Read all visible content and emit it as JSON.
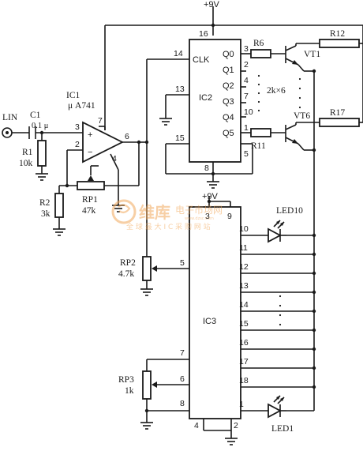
{
  "supply": {
    "top": "+9V",
    "mid": "+9V"
  },
  "input": {
    "label": "LIN"
  },
  "components": {
    "c1": {
      "name": "C1",
      "value": "0.1 μ"
    },
    "r1": {
      "name": "R1",
      "value": "10k"
    },
    "r2": {
      "name": "R2",
      "value": "3k"
    },
    "rp1": {
      "name": "RP1",
      "value": "47k"
    },
    "rp2": {
      "name": "RP2",
      "value": "4.7k"
    },
    "rp3": {
      "name": "RP3",
      "value": "1k"
    },
    "r6": "R6",
    "r11": "R11",
    "r12": "R12",
    "r17": "R17",
    "vt1": "VT1",
    "vt6": "VT6",
    "res_array": "2k×6",
    "led10": "LED10",
    "led1": "LED1"
  },
  "ic1": {
    "name": "IC1",
    "part": "μ A741",
    "pins": {
      "p2": "2",
      "p3": "3",
      "p4": "4",
      "p6": "6",
      "p7": "7"
    }
  },
  "ic2": {
    "name": "IC2",
    "clk": "CLK",
    "outputs": [
      "Q0",
      "Q1",
      "Q2",
      "Q3",
      "Q4",
      "Q5"
    ],
    "out_pins": [
      "3",
      "2",
      "4",
      "7",
      "10",
      "1"
    ],
    "pins": {
      "p16": "16",
      "p14": "14",
      "p13": "13",
      "p15": "15",
      "p8": "8",
      "p5": "5"
    }
  },
  "ic3": {
    "name": "IC3",
    "top_pins": {
      "p3": "3",
      "p9": "9"
    },
    "right_pins": [
      "10",
      "11",
      "12",
      "13",
      "14",
      "15",
      "16",
      "17",
      "18",
      "1"
    ],
    "left_pins": {
      "p5": "5",
      "p7": "7",
      "p6": "6",
      "p8": "8"
    },
    "bottom_pins": {
      "p4": "4",
      "p2": "2"
    }
  },
  "watermark": {
    "brand": "维库",
    "line1": "电子市场网",
    "line2": "全 球 最 大 I C 采 购 网 站",
    "url": "www.dzsc.com"
  }
}
